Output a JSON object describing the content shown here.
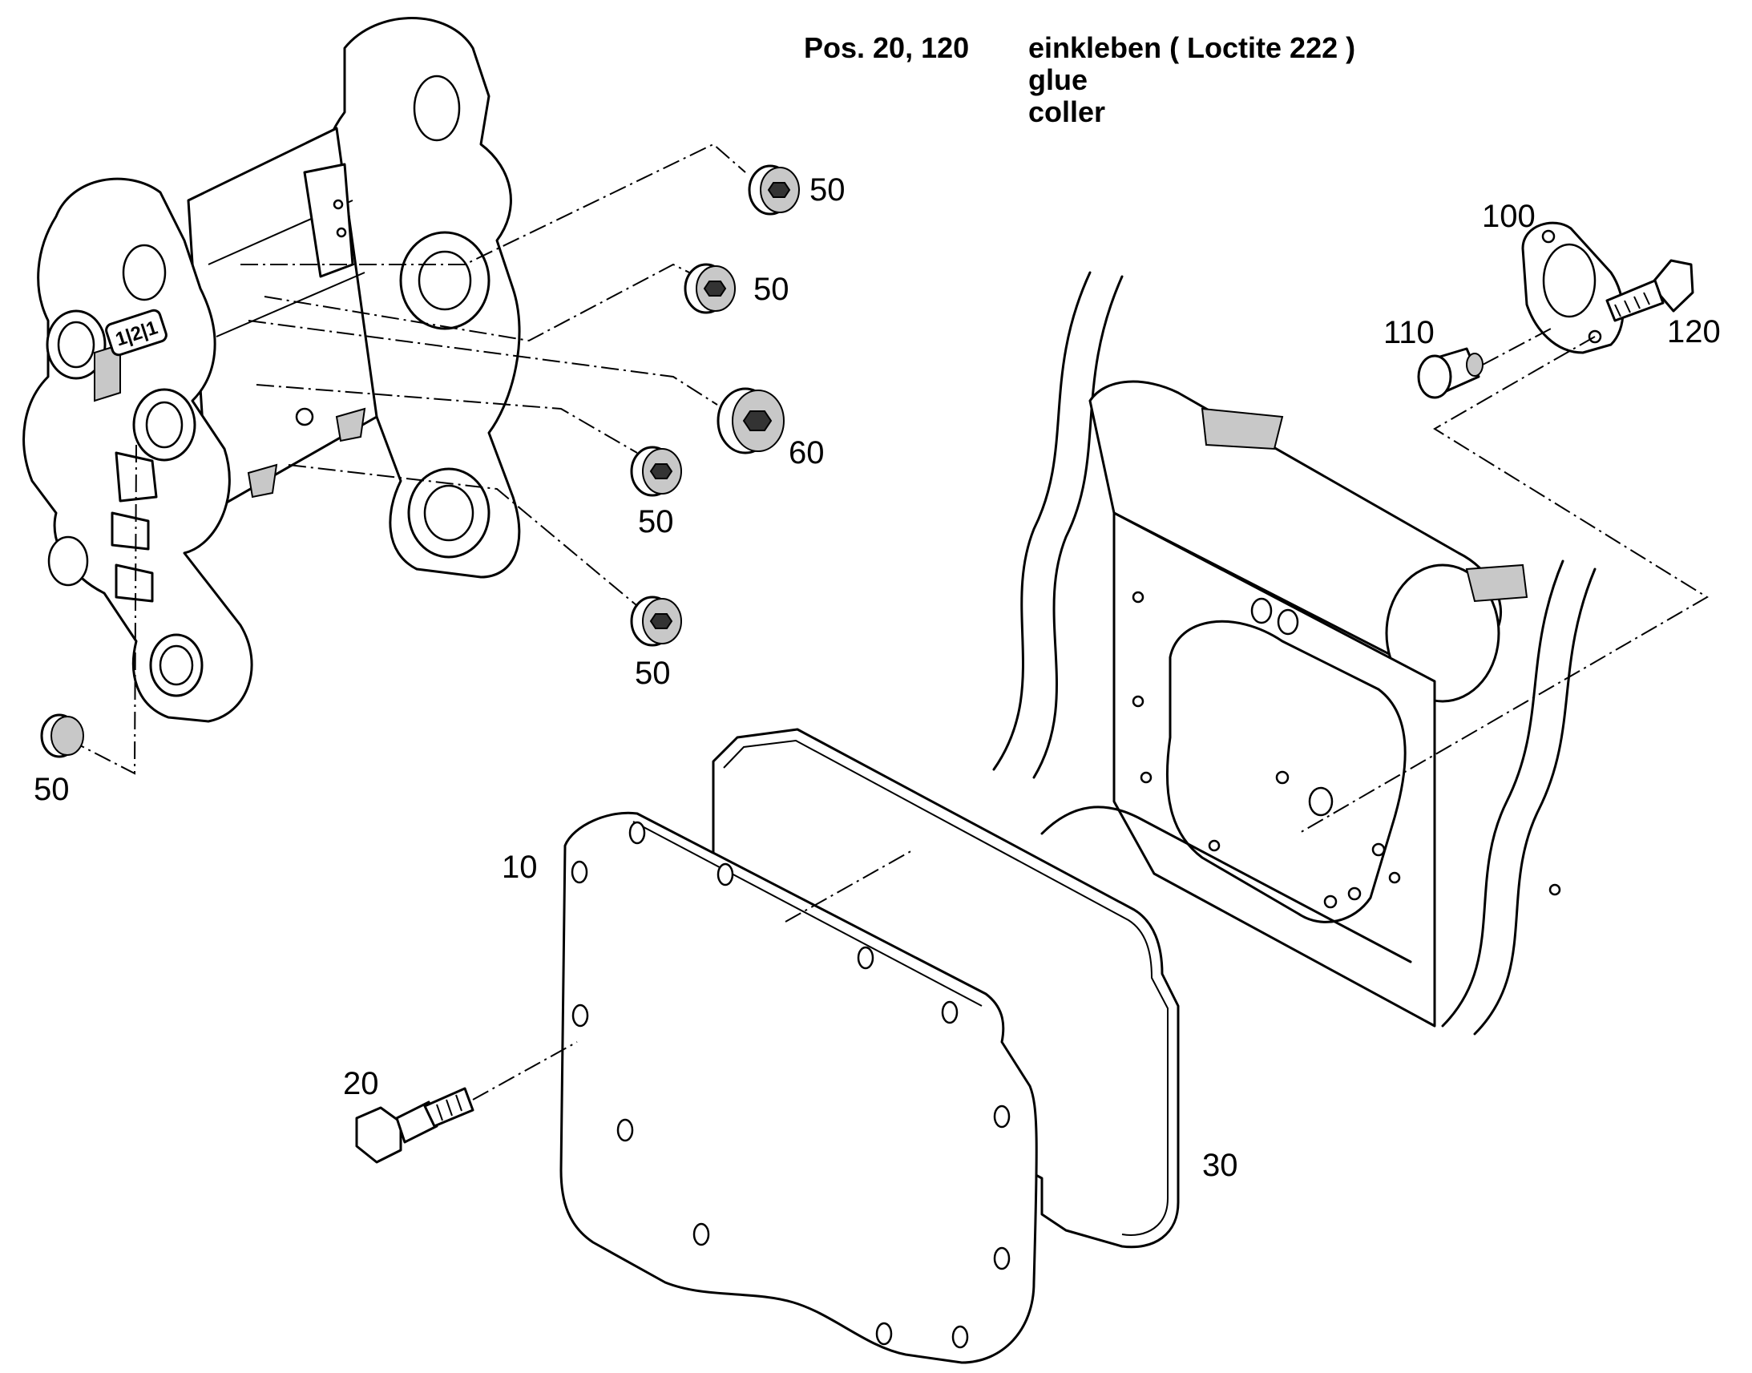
{
  "note": {
    "ref": "Pos. 20, 120",
    "lines": [
      "einkleben ( Loctite 222 )",
      "glue",
      "coller"
    ]
  },
  "callouts": [
    {
      "id": "c50a",
      "text": "50"
    },
    {
      "id": "c50b",
      "text": "50"
    },
    {
      "id": "c60",
      "text": "60"
    },
    {
      "id": "c50c",
      "text": "50"
    },
    {
      "id": "c50d",
      "text": "50"
    },
    {
      "id": "c50e",
      "text": "50"
    },
    {
      "id": "c100",
      "text": "100"
    },
    {
      "id": "c110",
      "text": "110"
    },
    {
      "id": "c120",
      "text": "120"
    },
    {
      "id": "c10",
      "text": "10"
    },
    {
      "id": "c20",
      "text": "20"
    },
    {
      "id": "c30",
      "text": "30"
    }
  ],
  "plate_marking": "1|2|1"
}
